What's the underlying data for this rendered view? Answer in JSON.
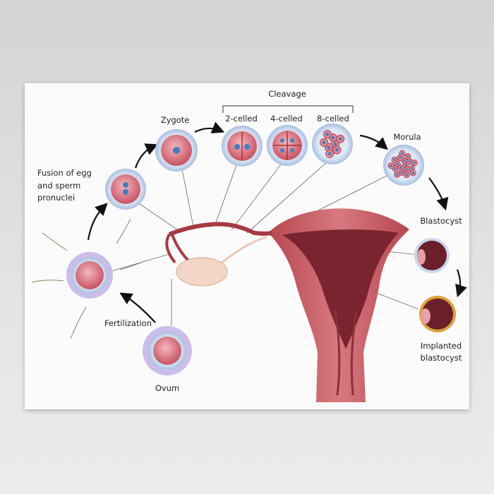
{
  "labels": {
    "cleavage": "Cleavage",
    "zygote": "Zygote",
    "two_celled": "2-celled",
    "four_celled": "4-celled",
    "eight_celled": "8-celled",
    "morula": "Morula",
    "fusion": [
      "Fusion of egg",
      "and sperm",
      "pronuclei"
    ],
    "blastocyst": "Blastocyst",
    "fertilization": "Fertilization",
    "implanted": [
      "Implanted",
      "blastocyst"
    ],
    "ovum": "Ovum"
  },
  "colors": {
    "cell_pink": "#d9707c",
    "zona_blue": "#c7d9ee",
    "nucleus_blue": "#3f7fc4",
    "uterus_red": "#c4525a",
    "corona_purple": "#b9a2dc"
  }
}
